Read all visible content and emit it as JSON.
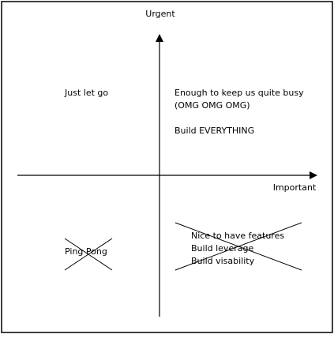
{
  "axes": {
    "vertical_label": "Urgent",
    "horizontal_label": "Important"
  },
  "quadrants": {
    "top_left": {
      "lines": [
        "Just let go"
      ]
    },
    "top_right": {
      "lines": [
        "Enough to keep us quite busy",
        "(OMG OMG OMG)",
        "",
        "Build EVERYTHING"
      ]
    },
    "bottom_left": {
      "lines": [
        "Ping Pong"
      ],
      "crossed_out": true
    },
    "bottom_right": {
      "lines": [
        "Nice to have features",
        "Build leverage",
        "Build visability"
      ],
      "crossed_out": true
    }
  },
  "colors": {
    "stroke": "#000000",
    "background": "#ffffff"
  }
}
